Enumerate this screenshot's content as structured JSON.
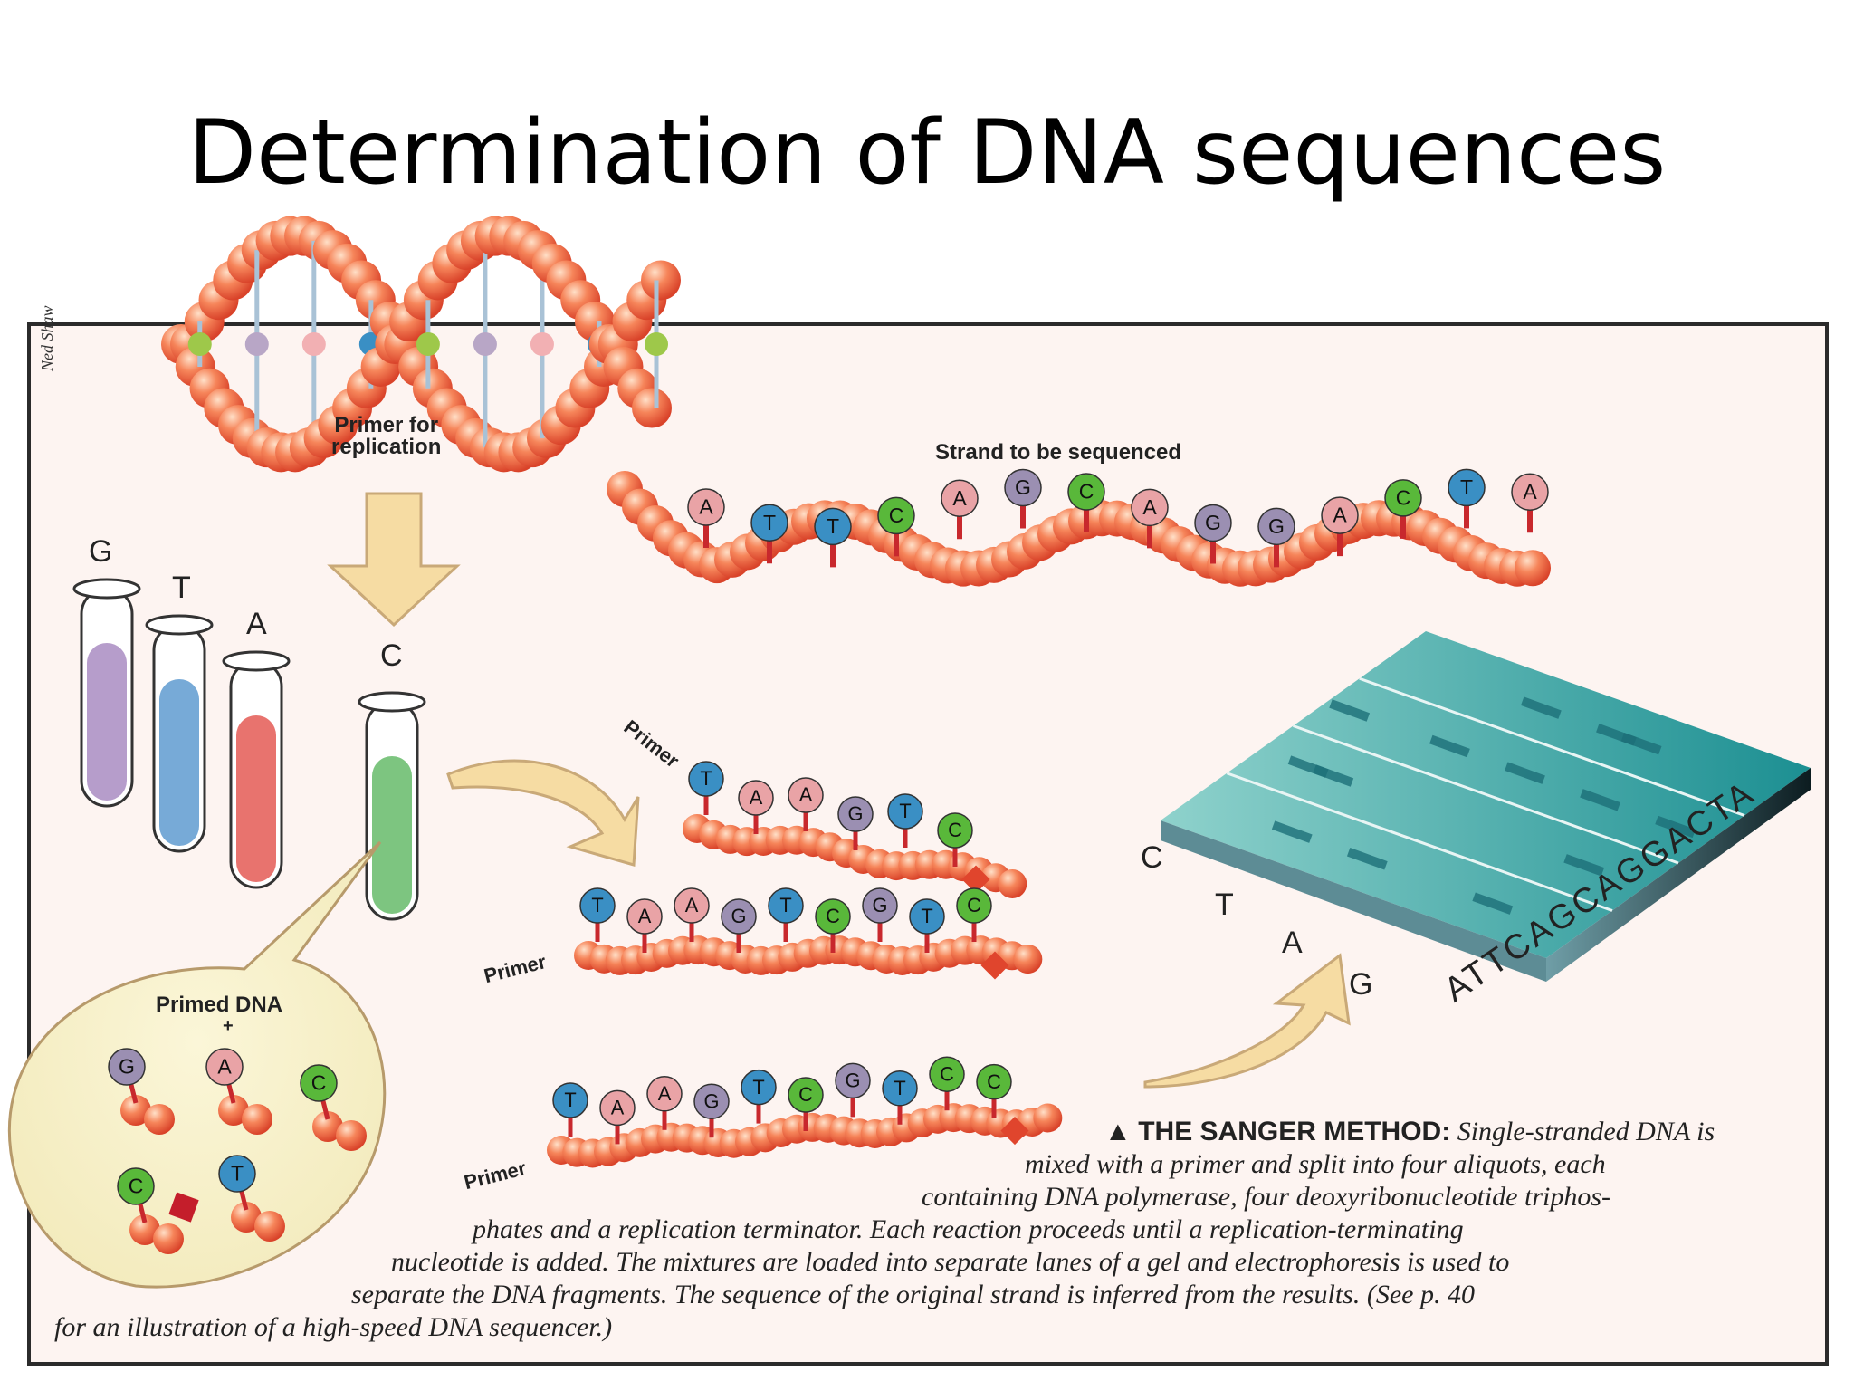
{
  "title": "Determination of DNA sequences",
  "figure": {
    "credit": "Ned Shaw",
    "labels": {
      "primer_for_replication": "Primer for\nreplication",
      "strand_to_be_sequenced": "Strand to be sequenced",
      "primed_dna": "Primed DNA",
      "plus": "+",
      "primer": "Primer"
    },
    "strand_bases": [
      "A",
      "T",
      "T",
      "C",
      "A",
      "G",
      "C",
      "A",
      "G",
      "G",
      "A",
      "C",
      "T",
      "A"
    ],
    "tubes": [
      {
        "label": "G",
        "color": "#a98cc2"
      },
      {
        "label": "T",
        "color": "#5f9bd0"
      },
      {
        "label": "A",
        "color": "#e45a55"
      },
      {
        "label": "C",
        "color": "#66bb6a"
      }
    ],
    "fragments": [
      [
        "T",
        "A",
        "A",
        "G",
        "T",
        "C"
      ],
      [
        "T",
        "A",
        "A",
        "G",
        "T",
        "C",
        "G",
        "T",
        "C"
      ],
      [
        "T",
        "A",
        "A",
        "G",
        "T",
        "C",
        "G",
        "T",
        "C",
        "C"
      ]
    ],
    "bubble_nucleotides": [
      "G",
      "A",
      "C",
      "C",
      "T"
    ],
    "gel_lanes": [
      "C",
      "T",
      "A",
      "G"
    ],
    "gel_sequence": "ATTCAGCAGGACTA",
    "caption": {
      "heading": "THE SANGER METHOD:",
      "lines": [
        "Single-stranded DNA is",
        "mixed with a primer and split into four aliquots, each",
        "containing DNA polymerase, four deoxyribonucleotide triphos-",
        "phates and a replication terminator. Each reaction proceeds until a replication-terminating",
        "nucleotide is added. The mixtures are loaded into separate lanes of a gel and electrophoresis is used to",
        "separate the DNA fragments. The sequence of the original strand is inferred from the results.  (See p. 40",
        "for an illustration of a high-speed DNA sequencer.)"
      ]
    },
    "base_colors": {
      "A": "#e9a3a6",
      "T": "#3a8fc4",
      "G": "#9b8fb2",
      "C": "#59b83a"
    }
  }
}
